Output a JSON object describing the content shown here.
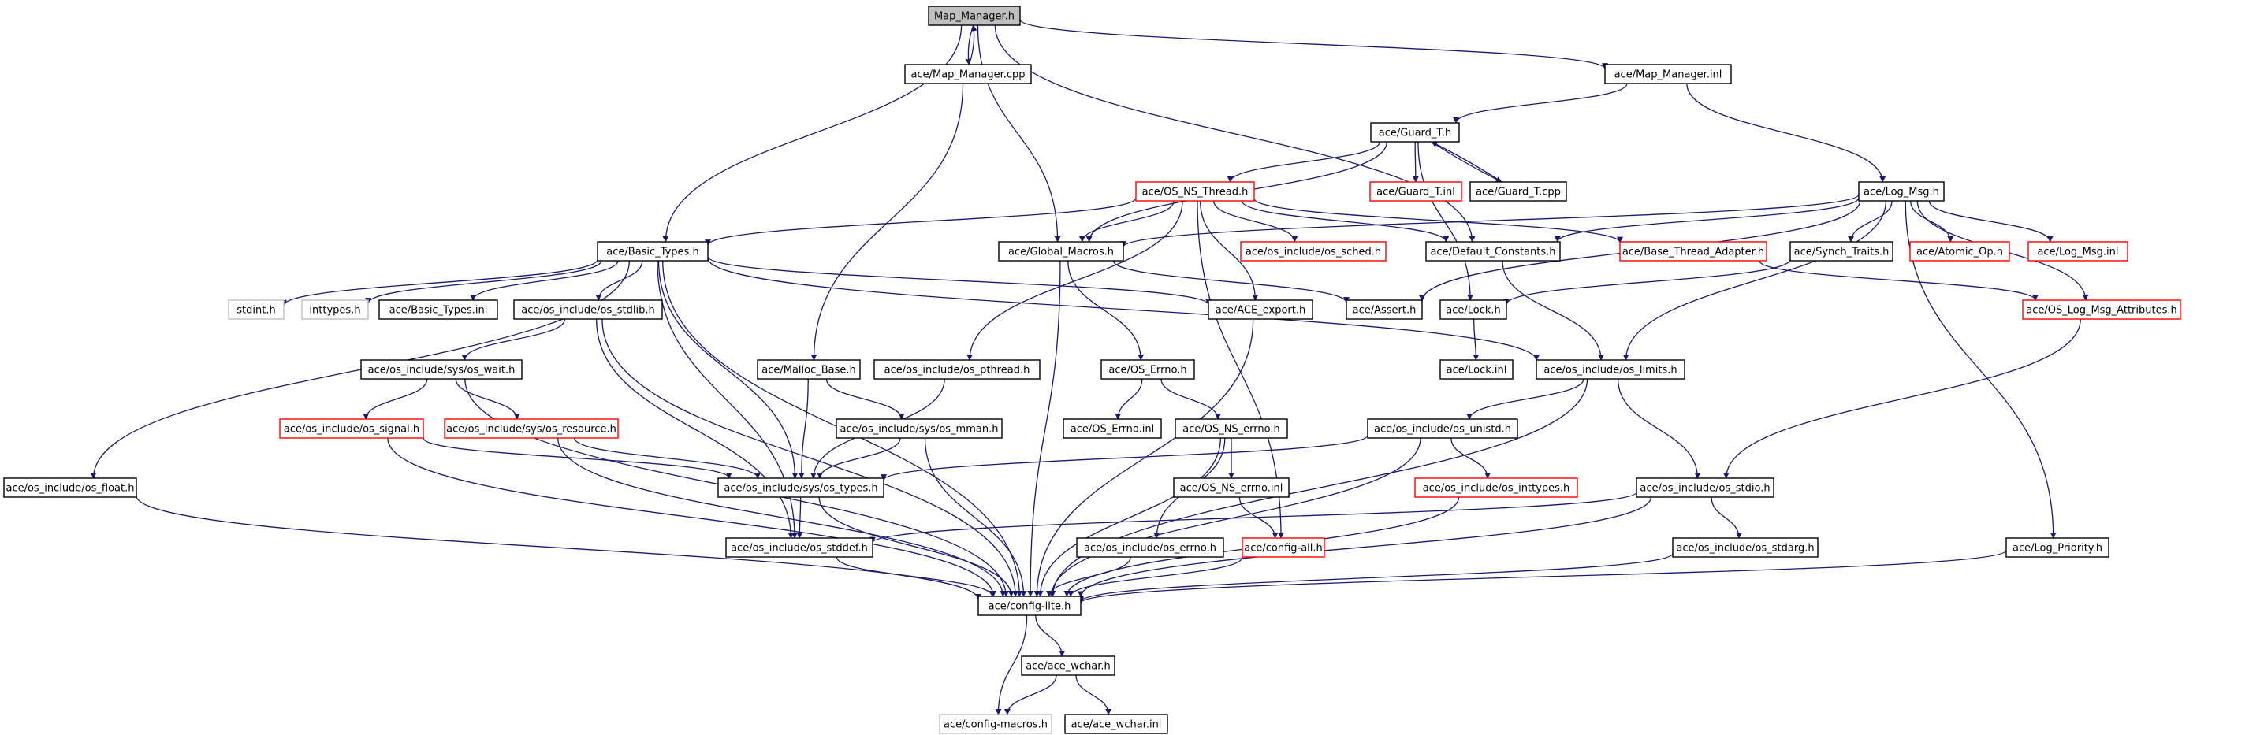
{
  "graph": {
    "edge_color": "#191970",
    "border_colors": {
      "documented": "#000000",
      "undocumented": "#ff0000",
      "external": "#bfbfbf",
      "root_fill": "#bfbfbf"
    },
    "nodes": [
      {
        "id": "map_manager_h",
        "label": "Map_Manager.h",
        "kind": "root"
      },
      {
        "id": "map_manager_cpp",
        "label": "ace/Map_Manager.cpp",
        "kind": "black"
      },
      {
        "id": "map_manager_inl",
        "label": "ace/Map_Manager.inl",
        "kind": "black"
      },
      {
        "id": "guard_t_h",
        "label": "ace/Guard_T.h",
        "kind": "black"
      },
      {
        "id": "os_ns_thread_h",
        "label": "ace/OS_NS_Thread.h",
        "kind": "red"
      },
      {
        "id": "guard_t_inl",
        "label": "ace/Guard_T.inl",
        "kind": "red"
      },
      {
        "id": "guard_t_cpp",
        "label": "ace/Guard_T.cpp",
        "kind": "black"
      },
      {
        "id": "log_msg_h",
        "label": "ace/Log_Msg.h",
        "kind": "black"
      },
      {
        "id": "basic_types_h",
        "label": "ace/Basic_Types.h",
        "kind": "black"
      },
      {
        "id": "global_macros_h",
        "label": "ace/Global_Macros.h",
        "kind": "black"
      },
      {
        "id": "os_sched_h",
        "label": "ace/os_include/os_sched.h",
        "kind": "red"
      },
      {
        "id": "default_constants_h",
        "label": "ace/Default_Constants.h",
        "kind": "black"
      },
      {
        "id": "base_thread_adapter_h",
        "label": "ace/Base_Thread_Adapter.h",
        "kind": "red"
      },
      {
        "id": "synch_traits_h",
        "label": "ace/Synch_Traits.h",
        "kind": "black"
      },
      {
        "id": "atomic_op_h",
        "label": "ace/Atomic_Op.h",
        "kind": "red"
      },
      {
        "id": "log_msg_inl",
        "label": "ace/Log_Msg.inl",
        "kind": "red"
      },
      {
        "id": "stdint_h",
        "label": "stdint.h",
        "kind": "gray"
      },
      {
        "id": "inttypes_h",
        "label": "inttypes.h",
        "kind": "gray"
      },
      {
        "id": "basic_types_inl",
        "label": "ace/Basic_Types.inl",
        "kind": "black"
      },
      {
        "id": "os_stdlib_h",
        "label": "ace/os_include/os_stdlib.h",
        "kind": "black"
      },
      {
        "id": "ace_export_h",
        "label": "ace/ACE_export.h",
        "kind": "black"
      },
      {
        "id": "assert_h",
        "label": "ace/Assert.h",
        "kind": "black"
      },
      {
        "id": "lock_h",
        "label": "ace/Lock.h",
        "kind": "black"
      },
      {
        "id": "os_log_msg_attributes_h",
        "label": "ace/OS_Log_Msg_Attributes.h",
        "kind": "red"
      },
      {
        "id": "os_wait_h",
        "label": "ace/os_include/sys/os_wait.h",
        "kind": "black"
      },
      {
        "id": "malloc_base_h",
        "label": "ace/Malloc_Base.h",
        "kind": "black"
      },
      {
        "id": "os_pthread_h",
        "label": "ace/os_include/os_pthread.h",
        "kind": "black"
      },
      {
        "id": "os_errno_cap_h",
        "label": "ace/OS_Errno.h",
        "kind": "black"
      },
      {
        "id": "lock_inl",
        "label": "ace/Lock.inl",
        "kind": "black"
      },
      {
        "id": "os_limits_h",
        "label": "ace/os_include/os_limits.h",
        "kind": "black"
      },
      {
        "id": "os_signal_h",
        "label": "ace/os_include/os_signal.h",
        "kind": "red"
      },
      {
        "id": "os_resource_h",
        "label": "ace/os_include/sys/os_resource.h",
        "kind": "red"
      },
      {
        "id": "os_mman_h",
        "label": "ace/os_include/sys/os_mman.h",
        "kind": "black"
      },
      {
        "id": "os_errno_inl",
        "label": "ace/OS_Errno.inl",
        "kind": "black"
      },
      {
        "id": "os_ns_errno_h",
        "label": "ace/OS_NS_errno.h",
        "kind": "black"
      },
      {
        "id": "os_unistd_h",
        "label": "ace/os_include/os_unistd.h",
        "kind": "black"
      },
      {
        "id": "os_float_h",
        "label": "ace/os_include/os_float.h",
        "kind": "black"
      },
      {
        "id": "os_types_h",
        "label": "ace/os_include/sys/os_types.h",
        "kind": "black"
      },
      {
        "id": "os_ns_errno_inl",
        "label": "ace/OS_NS_errno.inl",
        "kind": "black"
      },
      {
        "id": "os_inttypes_h",
        "label": "ace/os_include/os_inttypes.h",
        "kind": "red"
      },
      {
        "id": "os_stdio_h",
        "label": "ace/os_include/os_stdio.h",
        "kind": "black"
      },
      {
        "id": "os_stddef_h",
        "label": "ace/os_include/os_stddef.h",
        "kind": "black"
      },
      {
        "id": "os_errno_lower_h",
        "label": "ace/os_include/os_errno.h",
        "kind": "black"
      },
      {
        "id": "config_all_h",
        "label": "ace/config-all.h",
        "kind": "red"
      },
      {
        "id": "os_stdarg_h",
        "label": "ace/os_include/os_stdarg.h",
        "kind": "black"
      },
      {
        "id": "log_priority_h",
        "label": "ace/Log_Priority.h",
        "kind": "black"
      },
      {
        "id": "config_lite_h",
        "label": "ace/config-lite.h",
        "kind": "black"
      },
      {
        "id": "ace_wchar_h",
        "label": "ace/ace_wchar.h",
        "kind": "black"
      },
      {
        "id": "config_macros_h",
        "label": "ace/config-macros.h",
        "kind": "gray"
      },
      {
        "id": "ace_wchar_inl",
        "label": "ace/ace_wchar.inl",
        "kind": "black"
      }
    ],
    "edges": [
      [
        "map_manager_h",
        "map_manager_cpp"
      ],
      [
        "map_manager_cpp",
        "map_manager_h"
      ],
      [
        "map_manager_h",
        "map_manager_inl"
      ],
      [
        "map_manager_h",
        "basic_types_h"
      ],
      [
        "map_manager_h",
        "global_macros_h"
      ],
      [
        "map_manager_h",
        "default_constants_h"
      ],
      [
        "map_manager_cpp",
        "malloc_base_h"
      ],
      [
        "map_manager_inl",
        "guard_t_h"
      ],
      [
        "map_manager_inl",
        "log_msg_h"
      ],
      [
        "guard_t_h",
        "os_ns_thread_h"
      ],
      [
        "guard_t_h",
        "guard_t_inl"
      ],
      [
        "guard_t_h",
        "guard_t_cpp"
      ],
      [
        "guard_t_cpp",
        "guard_t_h"
      ],
      [
        "guard_t_h",
        "global_macros_h"
      ],
      [
        "guard_t_h",
        "lock_h"
      ],
      [
        "os_ns_thread_h",
        "basic_types_h"
      ],
      [
        "os_ns_thread_h",
        "global_macros_h"
      ],
      [
        "os_ns_thread_h",
        "os_sched_h"
      ],
      [
        "os_ns_thread_h",
        "default_constants_h"
      ],
      [
        "os_ns_thread_h",
        "base_thread_adapter_h"
      ],
      [
        "os_ns_thread_h",
        "ace_export_h"
      ],
      [
        "os_ns_thread_h",
        "os_pthread_h"
      ],
      [
        "os_ns_thread_h",
        "config_all_h"
      ],
      [
        "log_msg_h",
        "global_macros_h"
      ],
      [
        "log_msg_h",
        "default_constants_h"
      ],
      [
        "log_msg_h",
        "synch_traits_h"
      ],
      [
        "log_msg_h",
        "atomic_op_h"
      ],
      [
        "log_msg_h",
        "log_msg_inl"
      ],
      [
        "log_msg_h",
        "os_log_msg_attributes_h"
      ],
      [
        "log_msg_h",
        "assert_h"
      ],
      [
        "log_msg_h",
        "os_limits_h"
      ],
      [
        "log_msg_h",
        "log_priority_h"
      ],
      [
        "basic_types_h",
        "stdint_h"
      ],
      [
        "basic_types_h",
        "inttypes_h"
      ],
      [
        "basic_types_h",
        "basic_types_inl"
      ],
      [
        "basic_types_h",
        "os_stdlib_h"
      ],
      [
        "basic_types_h",
        "ace_export_h"
      ],
      [
        "basic_types_h",
        "os_limits_h"
      ],
      [
        "basic_types_h",
        "os_float_h"
      ],
      [
        "basic_types_h",
        "os_types_h"
      ],
      [
        "basic_types_h",
        "os_stddef_h"
      ],
      [
        "basic_types_h",
        "config_lite_h"
      ],
      [
        "global_macros_h",
        "assert_h"
      ],
      [
        "global_macros_h",
        "os_errno_cap_h"
      ],
      [
        "global_macros_h",
        "config_lite_h"
      ],
      [
        "default_constants_h",
        "os_limits_h"
      ],
      [
        "base_thread_adapter_h",
        "os_log_msg_attributes_h"
      ],
      [
        "synch_traits_h",
        "lock_h"
      ],
      [
        "os_stdlib_h",
        "os_wait_h"
      ],
      [
        "os_stdlib_h",
        "os_stddef_h"
      ],
      [
        "os_stdlib_h",
        "config_lite_h"
      ],
      [
        "ace_export_h",
        "config_lite_h"
      ],
      [
        "lock_h",
        "lock_inl"
      ],
      [
        "os_log_msg_attributes_h",
        "os_stdio_h"
      ],
      [
        "os_wait_h",
        "os_signal_h"
      ],
      [
        "os_wait_h",
        "os_resource_h"
      ],
      [
        "os_wait_h",
        "config_lite_h"
      ],
      [
        "malloc_base_h",
        "os_mman_h"
      ],
      [
        "malloc_base_h",
        "os_types_h"
      ],
      [
        "os_pthread_h",
        "os_types_h"
      ],
      [
        "os_errno_cap_h",
        "os_errno_inl"
      ],
      [
        "os_errno_cap_h",
        "os_ns_errno_h"
      ],
      [
        "os_limits_h",
        "os_unistd_h"
      ],
      [
        "os_limits_h",
        "os_stdio_h"
      ],
      [
        "os_limits_h",
        "config_lite_h"
      ],
      [
        "os_signal_h",
        "os_types_h"
      ],
      [
        "os_signal_h",
        "config_lite_h"
      ],
      [
        "os_resource_h",
        "os_types_h"
      ],
      [
        "os_resource_h",
        "config_lite_h"
      ],
      [
        "os_mman_h",
        "os_types_h"
      ],
      [
        "os_mman_h",
        "config_lite_h"
      ],
      [
        "os_ns_errno_h",
        "os_ns_errno_inl"
      ],
      [
        "os_ns_errno_h",
        "os_errno_lower_h"
      ],
      [
        "os_ns_errno_h",
        "config_lite_h"
      ],
      [
        "os_ns_errno_inl",
        "config_all_h"
      ],
      [
        "os_unistd_h",
        "os_types_h"
      ],
      [
        "os_unistd_h",
        "os_inttypes_h"
      ],
      [
        "os_unistd_h",
        "config_lite_h"
      ],
      [
        "os_float_h",
        "config_lite_h"
      ],
      [
        "os_types_h",
        "os_stddef_h"
      ],
      [
        "os_types_h",
        "config_lite_h"
      ],
      [
        "os_inttypes_h",
        "config_lite_h"
      ],
      [
        "os_stdio_h",
        "os_stddef_h"
      ],
      [
        "os_stdio_h",
        "os_stdarg_h"
      ],
      [
        "os_stdio_h",
        "config_lite_h"
      ],
      [
        "os_stddef_h",
        "config_lite_h"
      ],
      [
        "os_errno_lower_h",
        "config_lite_h"
      ],
      [
        "config_all_h",
        "config_lite_h"
      ],
      [
        "os_stdarg_h",
        "config_lite_h"
      ],
      [
        "log_priority_h",
        "config_lite_h"
      ],
      [
        "config_lite_h",
        "ace_wchar_h"
      ],
      [
        "config_lite_h",
        "config_macros_h"
      ],
      [
        "ace_wchar_h",
        "config_macros_h"
      ],
      [
        "ace_wchar_h",
        "ace_wchar_inl"
      ]
    ]
  }
}
